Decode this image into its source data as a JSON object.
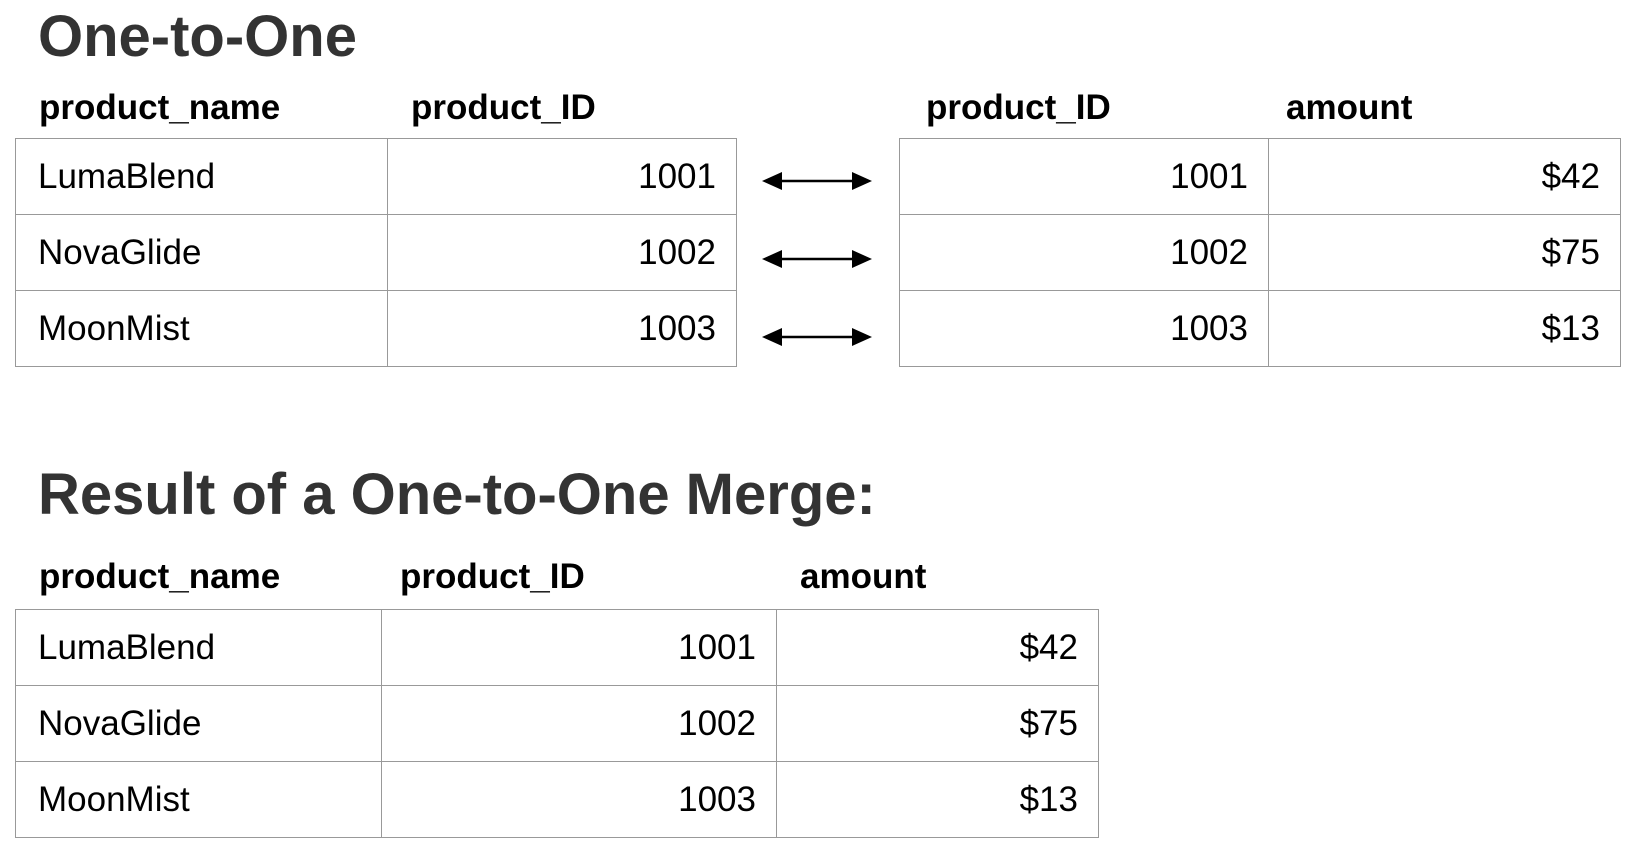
{
  "section_one": {
    "title": "One-to-One",
    "left_table": {
      "headers": [
        "product_name",
        "product_ID"
      ],
      "rows": [
        [
          "LumaBlend",
          "1001"
        ],
        [
          "NovaGlide",
          "1002"
        ],
        [
          "MoonMist",
          "1003"
        ]
      ]
    },
    "right_table": {
      "headers": [
        "product_ID",
        "amount"
      ],
      "rows": [
        [
          "1001",
          "$42"
        ],
        [
          "1002",
          "$75"
        ],
        [
          "1003",
          "$13"
        ]
      ]
    },
    "connector_icon": "double-arrow-icon"
  },
  "section_result": {
    "title": "Result of a One-to-One Merge:",
    "table": {
      "headers": [
        "product_name",
        "product_ID",
        "amount"
      ],
      "rows": [
        [
          "LumaBlend",
          "1001",
          "$42"
        ],
        [
          "NovaGlide",
          "1002",
          "$75"
        ],
        [
          "MoonMist",
          "1003",
          "$13"
        ]
      ]
    }
  },
  "colors": {
    "title": "#333333",
    "text": "#000000",
    "grid_border": "#999999",
    "arrow": "#000000"
  }
}
